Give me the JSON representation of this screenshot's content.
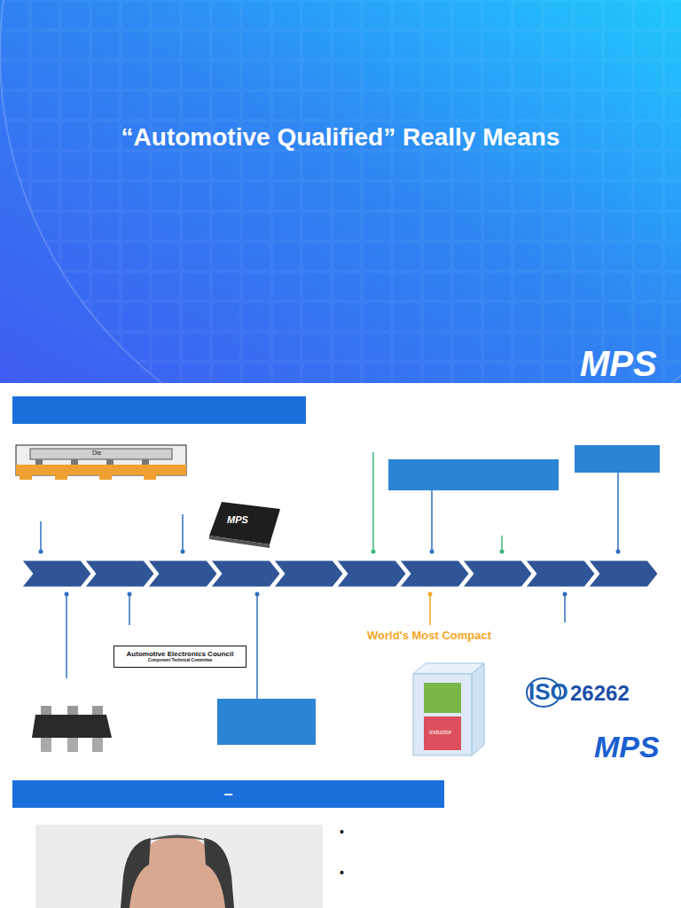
{
  "diagram": {
    "title": "“Automotive Qualified” Really Means",
    "nodes": [
      {
        "text": [
          "Automotive Electronics Council",
          "Component Technical Committee"
        ]
      },
      {
        "text": [
          "–"
        ]
      }
    ],
    "labels": [
      "MPS",
      "Die",
      "MPS",
      "World's Most Compact",
      "Inductor",
      "ISO",
      "26262",
      "MPS",
      "•",
      "•"
    ]
  }
}
